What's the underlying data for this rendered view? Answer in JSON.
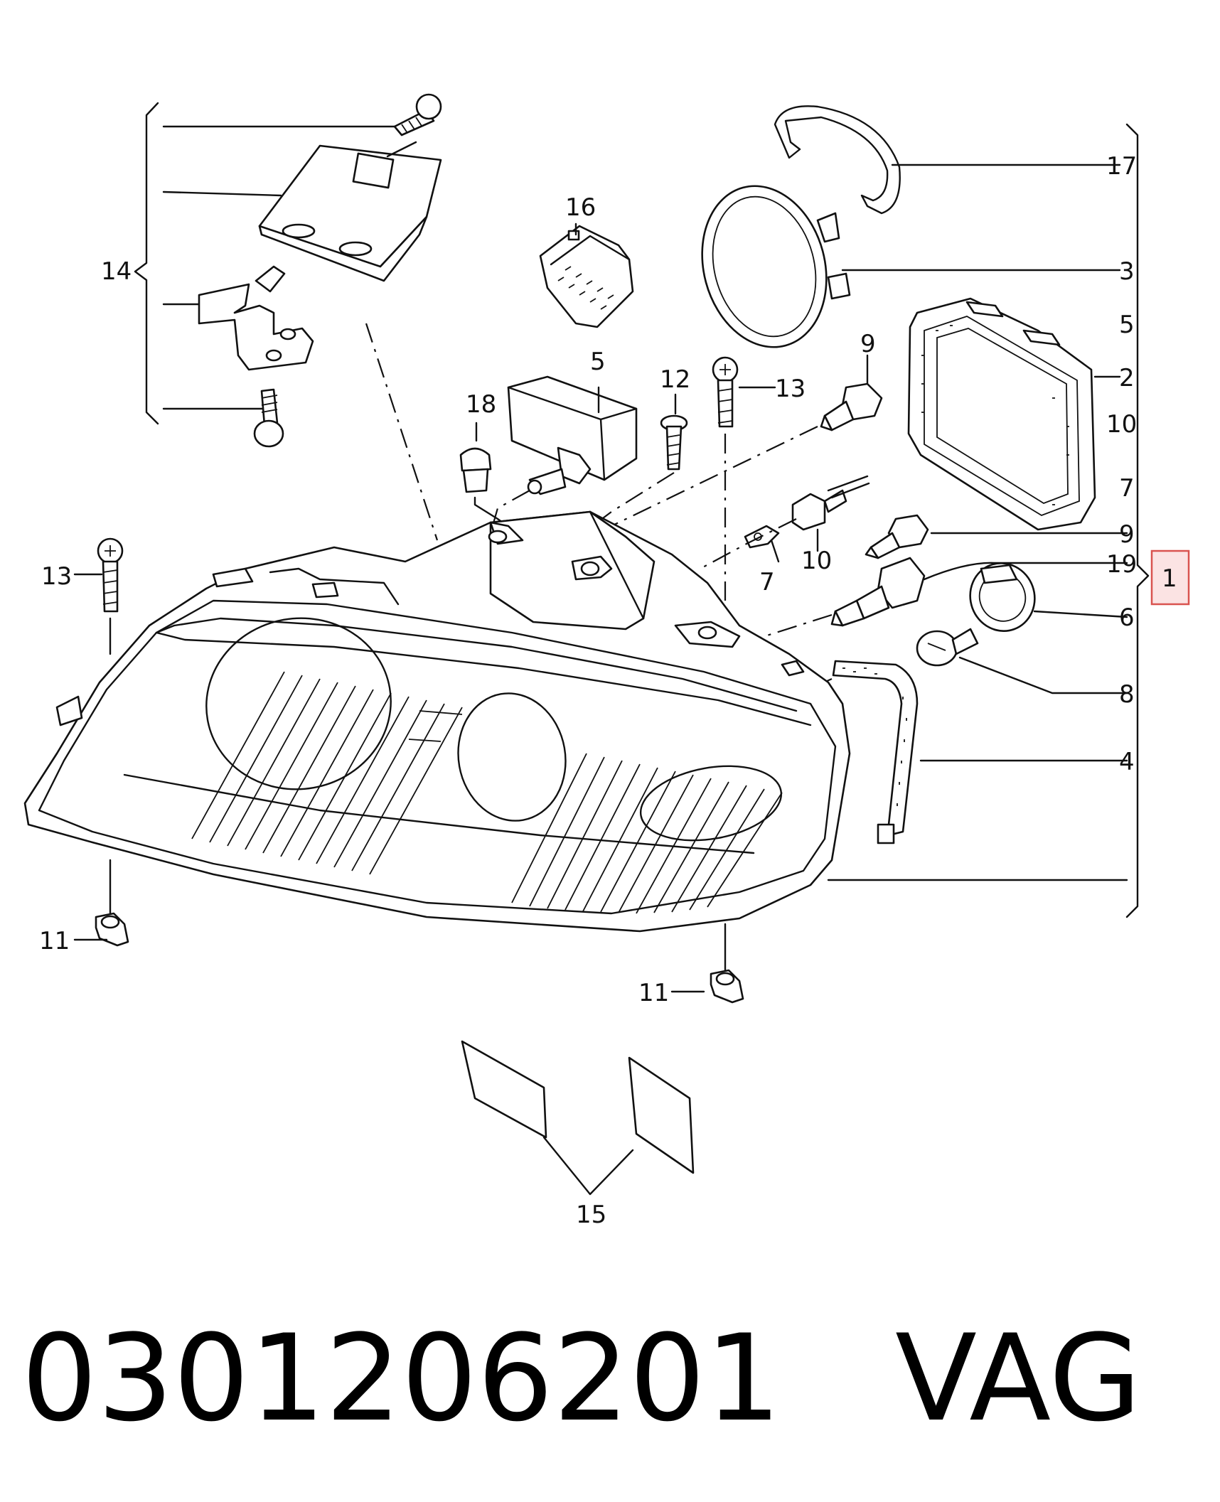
{
  "callouts": {
    "c1": "1",
    "c2": "2",
    "c3": "3",
    "c4": "4",
    "c5_top": "5",
    "c5_mid": "5",
    "c6": "6",
    "c7_right": "7",
    "c7_mid": "7",
    "c8": "8",
    "c9_top": "9",
    "c9_mid": "9",
    "c10_right": "10",
    "c10_mid": "10",
    "c11_left": "11",
    "c11_bottom": "11",
    "c12": "12",
    "c13_left": "13",
    "c13_top": "13",
    "c14": "14",
    "c15": "15",
    "c16": "16",
    "c17": "17",
    "c18": "18",
    "c19": "19"
  },
  "footer": {
    "part_number": "0301206201",
    "brand": "VAG"
  },
  "colors": {
    "line": "#111111",
    "highlight_border": "#d9534f",
    "highlight_fill": "#fbe3e3"
  }
}
